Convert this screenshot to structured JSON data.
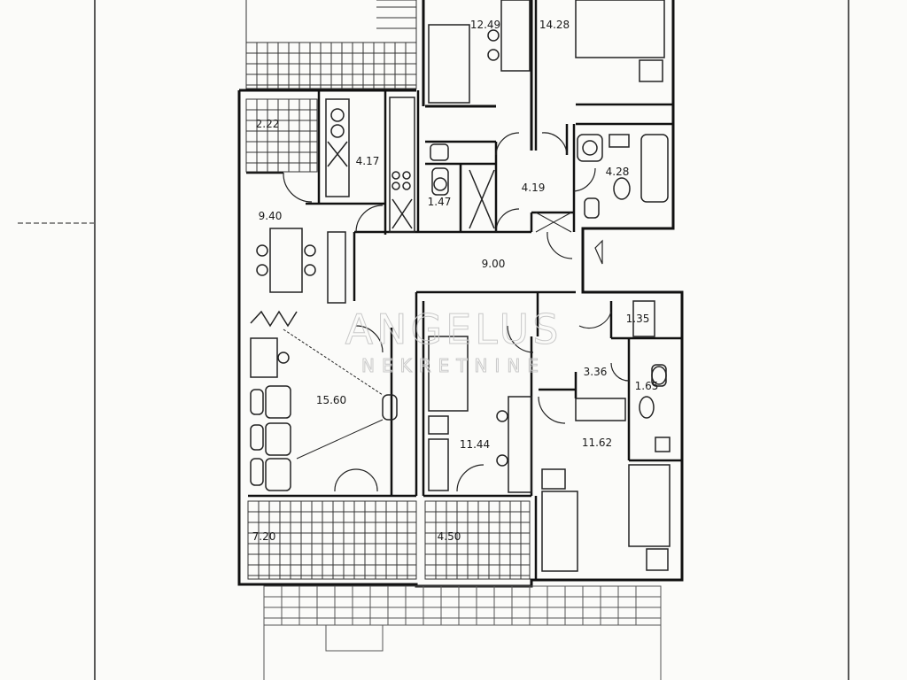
{
  "plan": {
    "rooms": [
      {
        "id": "balcony-north-left",
        "area": "2.22"
      },
      {
        "id": "kitchen",
        "area": "4.17"
      },
      {
        "id": "bedroom-nw",
        "area": "12.49"
      },
      {
        "id": "bedroom-ne",
        "area": "14.28"
      },
      {
        "id": "wc-small",
        "area": "1.47"
      },
      {
        "id": "hall-north",
        "area": "4.19"
      },
      {
        "id": "bathroom-ne",
        "area": "4.28"
      },
      {
        "id": "dining",
        "area": "9.40"
      },
      {
        "id": "corridor",
        "area": "9.00"
      },
      {
        "id": "storage",
        "area": "1.35"
      },
      {
        "id": "hall-south",
        "area": "3.36"
      },
      {
        "id": "wc-south",
        "area": "1.65"
      },
      {
        "id": "living",
        "area": "15.60"
      },
      {
        "id": "bedroom-sw",
        "area": "11.44"
      },
      {
        "id": "bedroom-se",
        "area": "11.62"
      },
      {
        "id": "terrace-west",
        "area": "7.20"
      },
      {
        "id": "terrace-mid",
        "area": "4.50"
      }
    ],
    "watermark": {
      "line1": "ANGELUS",
      "line2": "NEKRETNINE"
    }
  }
}
